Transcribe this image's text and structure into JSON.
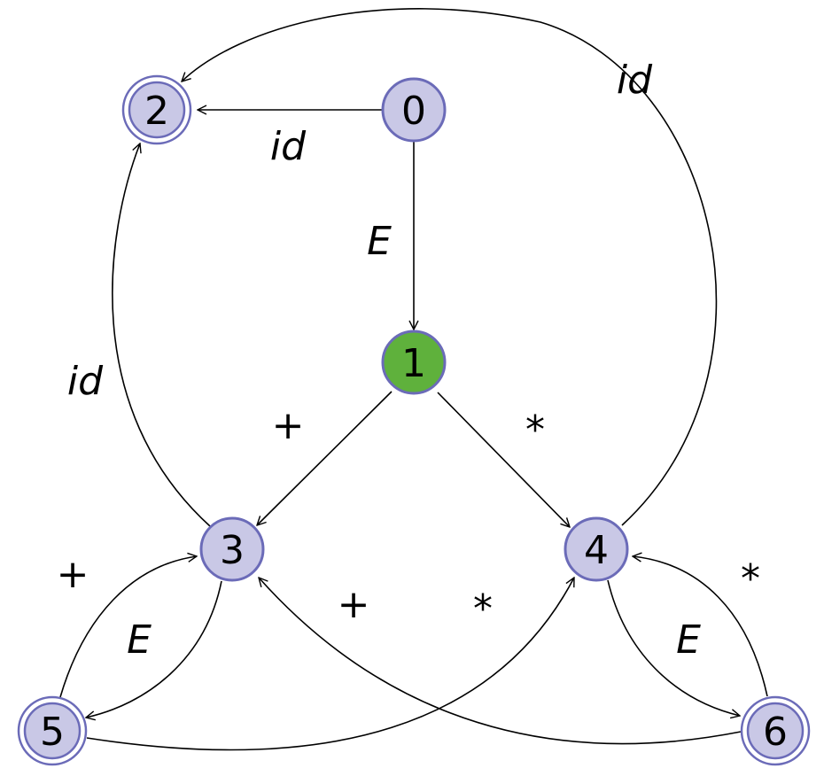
{
  "colors": {
    "state_fill": "#c9c8e6",
    "state_stroke": "#6b6bb8",
    "start_fill": "#5fb13c",
    "edge": "#000000"
  },
  "states": [
    {
      "id": "0",
      "label": "0",
      "accepting": false,
      "start": false
    },
    {
      "id": "1",
      "label": "1",
      "accepting": false,
      "start": true
    },
    {
      "id": "2",
      "label": "2",
      "accepting": true,
      "start": false
    },
    {
      "id": "3",
      "label": "3",
      "accepting": false,
      "start": false
    },
    {
      "id": "4",
      "label": "4",
      "accepting": false,
      "start": false
    },
    {
      "id": "5",
      "label": "5",
      "accepting": true,
      "start": false
    },
    {
      "id": "6",
      "label": "6",
      "accepting": true,
      "start": false
    }
  ],
  "transitions": [
    {
      "from": "0",
      "to": "2",
      "label": "id"
    },
    {
      "from": "0",
      "to": "1",
      "label": "E"
    },
    {
      "from": "4",
      "to": "2",
      "label": "id"
    },
    {
      "from": "3",
      "to": "2",
      "label": "id"
    },
    {
      "from": "1",
      "to": "3",
      "label": "+"
    },
    {
      "from": "1",
      "to": "4",
      "label": "*"
    },
    {
      "from": "5",
      "to": "3",
      "label": "+"
    },
    {
      "from": "3",
      "to": "5",
      "label": "E"
    },
    {
      "from": "6",
      "to": "3",
      "label": "+"
    },
    {
      "from": "5",
      "to": "4",
      "label": "*"
    },
    {
      "from": "4",
      "to": "6",
      "label": "E"
    },
    {
      "from": "6",
      "to": "4",
      "label": "*"
    }
  ]
}
